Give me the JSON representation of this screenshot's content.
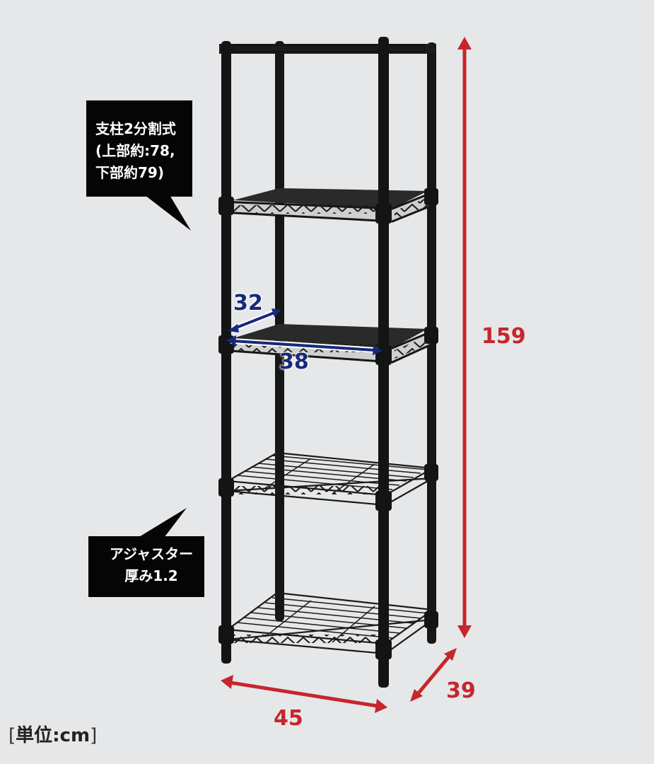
{
  "callouts": {
    "pole_split": {
      "lines": [
        "支柱2分割式",
        "(上部約:78,",
        "下部約79)"
      ]
    },
    "adjuster": {
      "lines": [
        "アジャスター",
        "厚み1.2"
      ]
    }
  },
  "dimensions": {
    "height": "159",
    "width": "45",
    "depth": "39",
    "shelf_board_width": "38",
    "shelf_board_depth": "32"
  },
  "unit_label": {
    "open": "[",
    "text": "単位:cm",
    "close": "]"
  },
  "colors": {
    "background": "#e6e7e9",
    "dimension_red": "#c6262c",
    "dimension_blue": "#16297a",
    "rack_black": "#141414",
    "callout_bg": "#050505"
  },
  "product": {
    "shelves": 5,
    "shelf_types": [
      "wire-top-frame",
      "board",
      "board",
      "wire",
      "wire"
    ]
  }
}
